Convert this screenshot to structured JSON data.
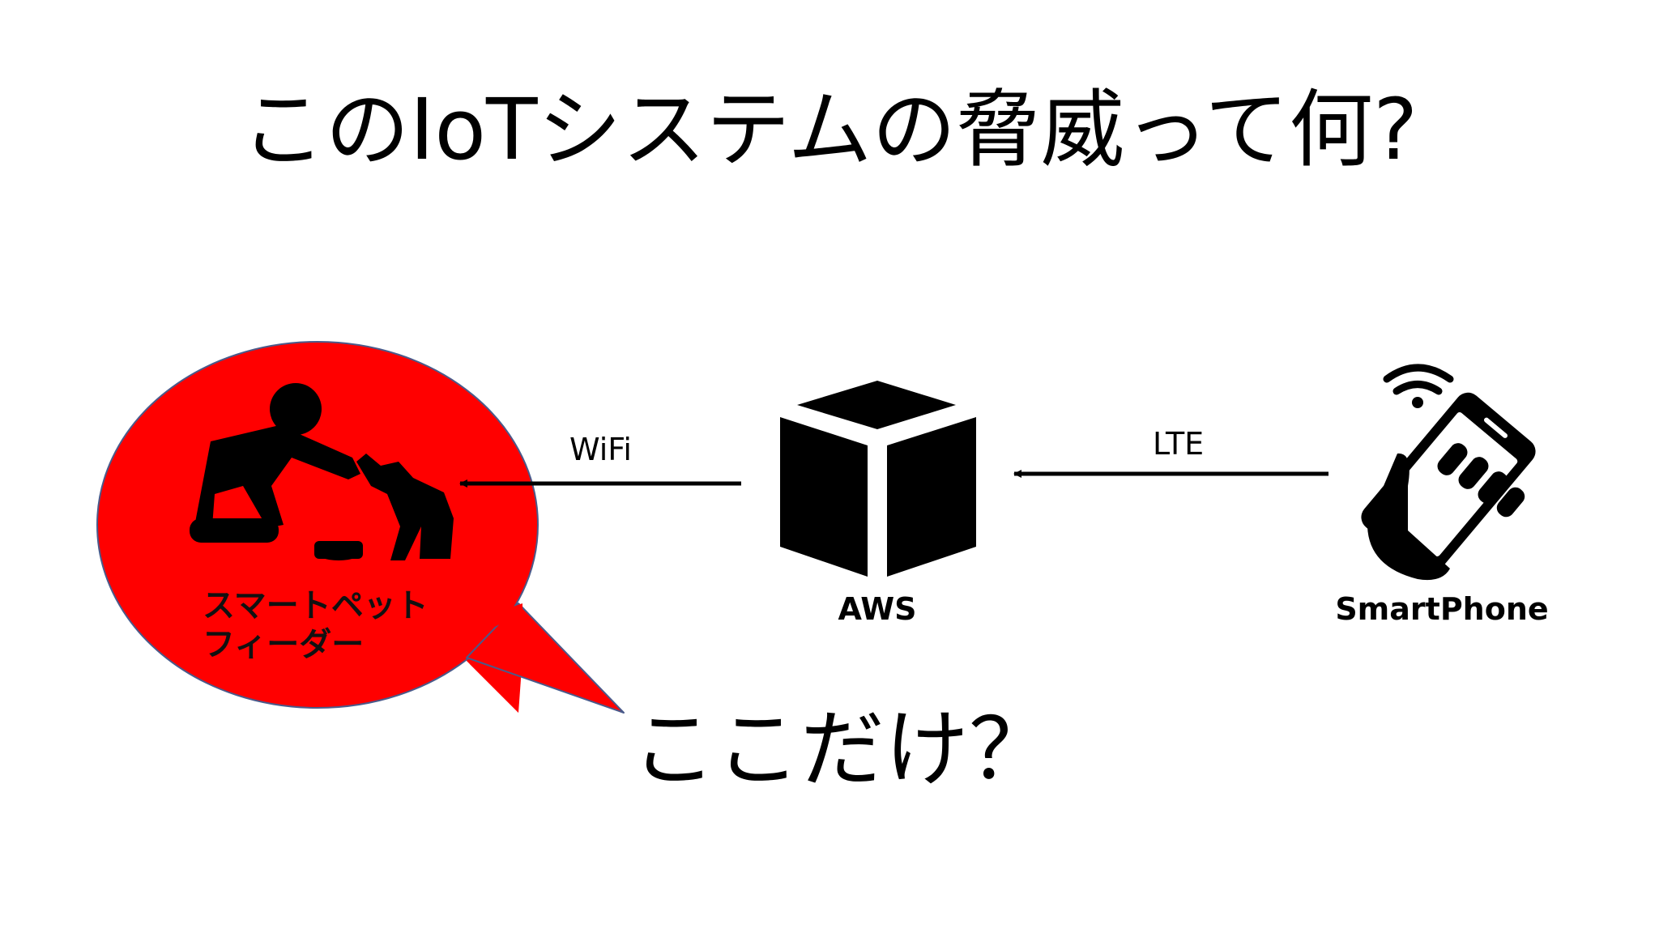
{
  "slide": {
    "title": "このIoTシステムの脅威って何?",
    "question": "ここだけ？"
  },
  "nodes": {
    "feeder": {
      "label_line1": "スマートペット",
      "label_line2": "フィーダー",
      "icon": "person-feeding-dog-icon",
      "highlight_color": "#ff0000"
    },
    "cloud": {
      "label": "AWS",
      "icon": "cube-icon"
    },
    "phone": {
      "label": "SmartPhone",
      "icon": "hand-holding-smartphone-icon"
    }
  },
  "links": {
    "cloud_to_feeder": {
      "label": "WiFi"
    },
    "phone_to_cloud": {
      "label": "LTE"
    }
  }
}
